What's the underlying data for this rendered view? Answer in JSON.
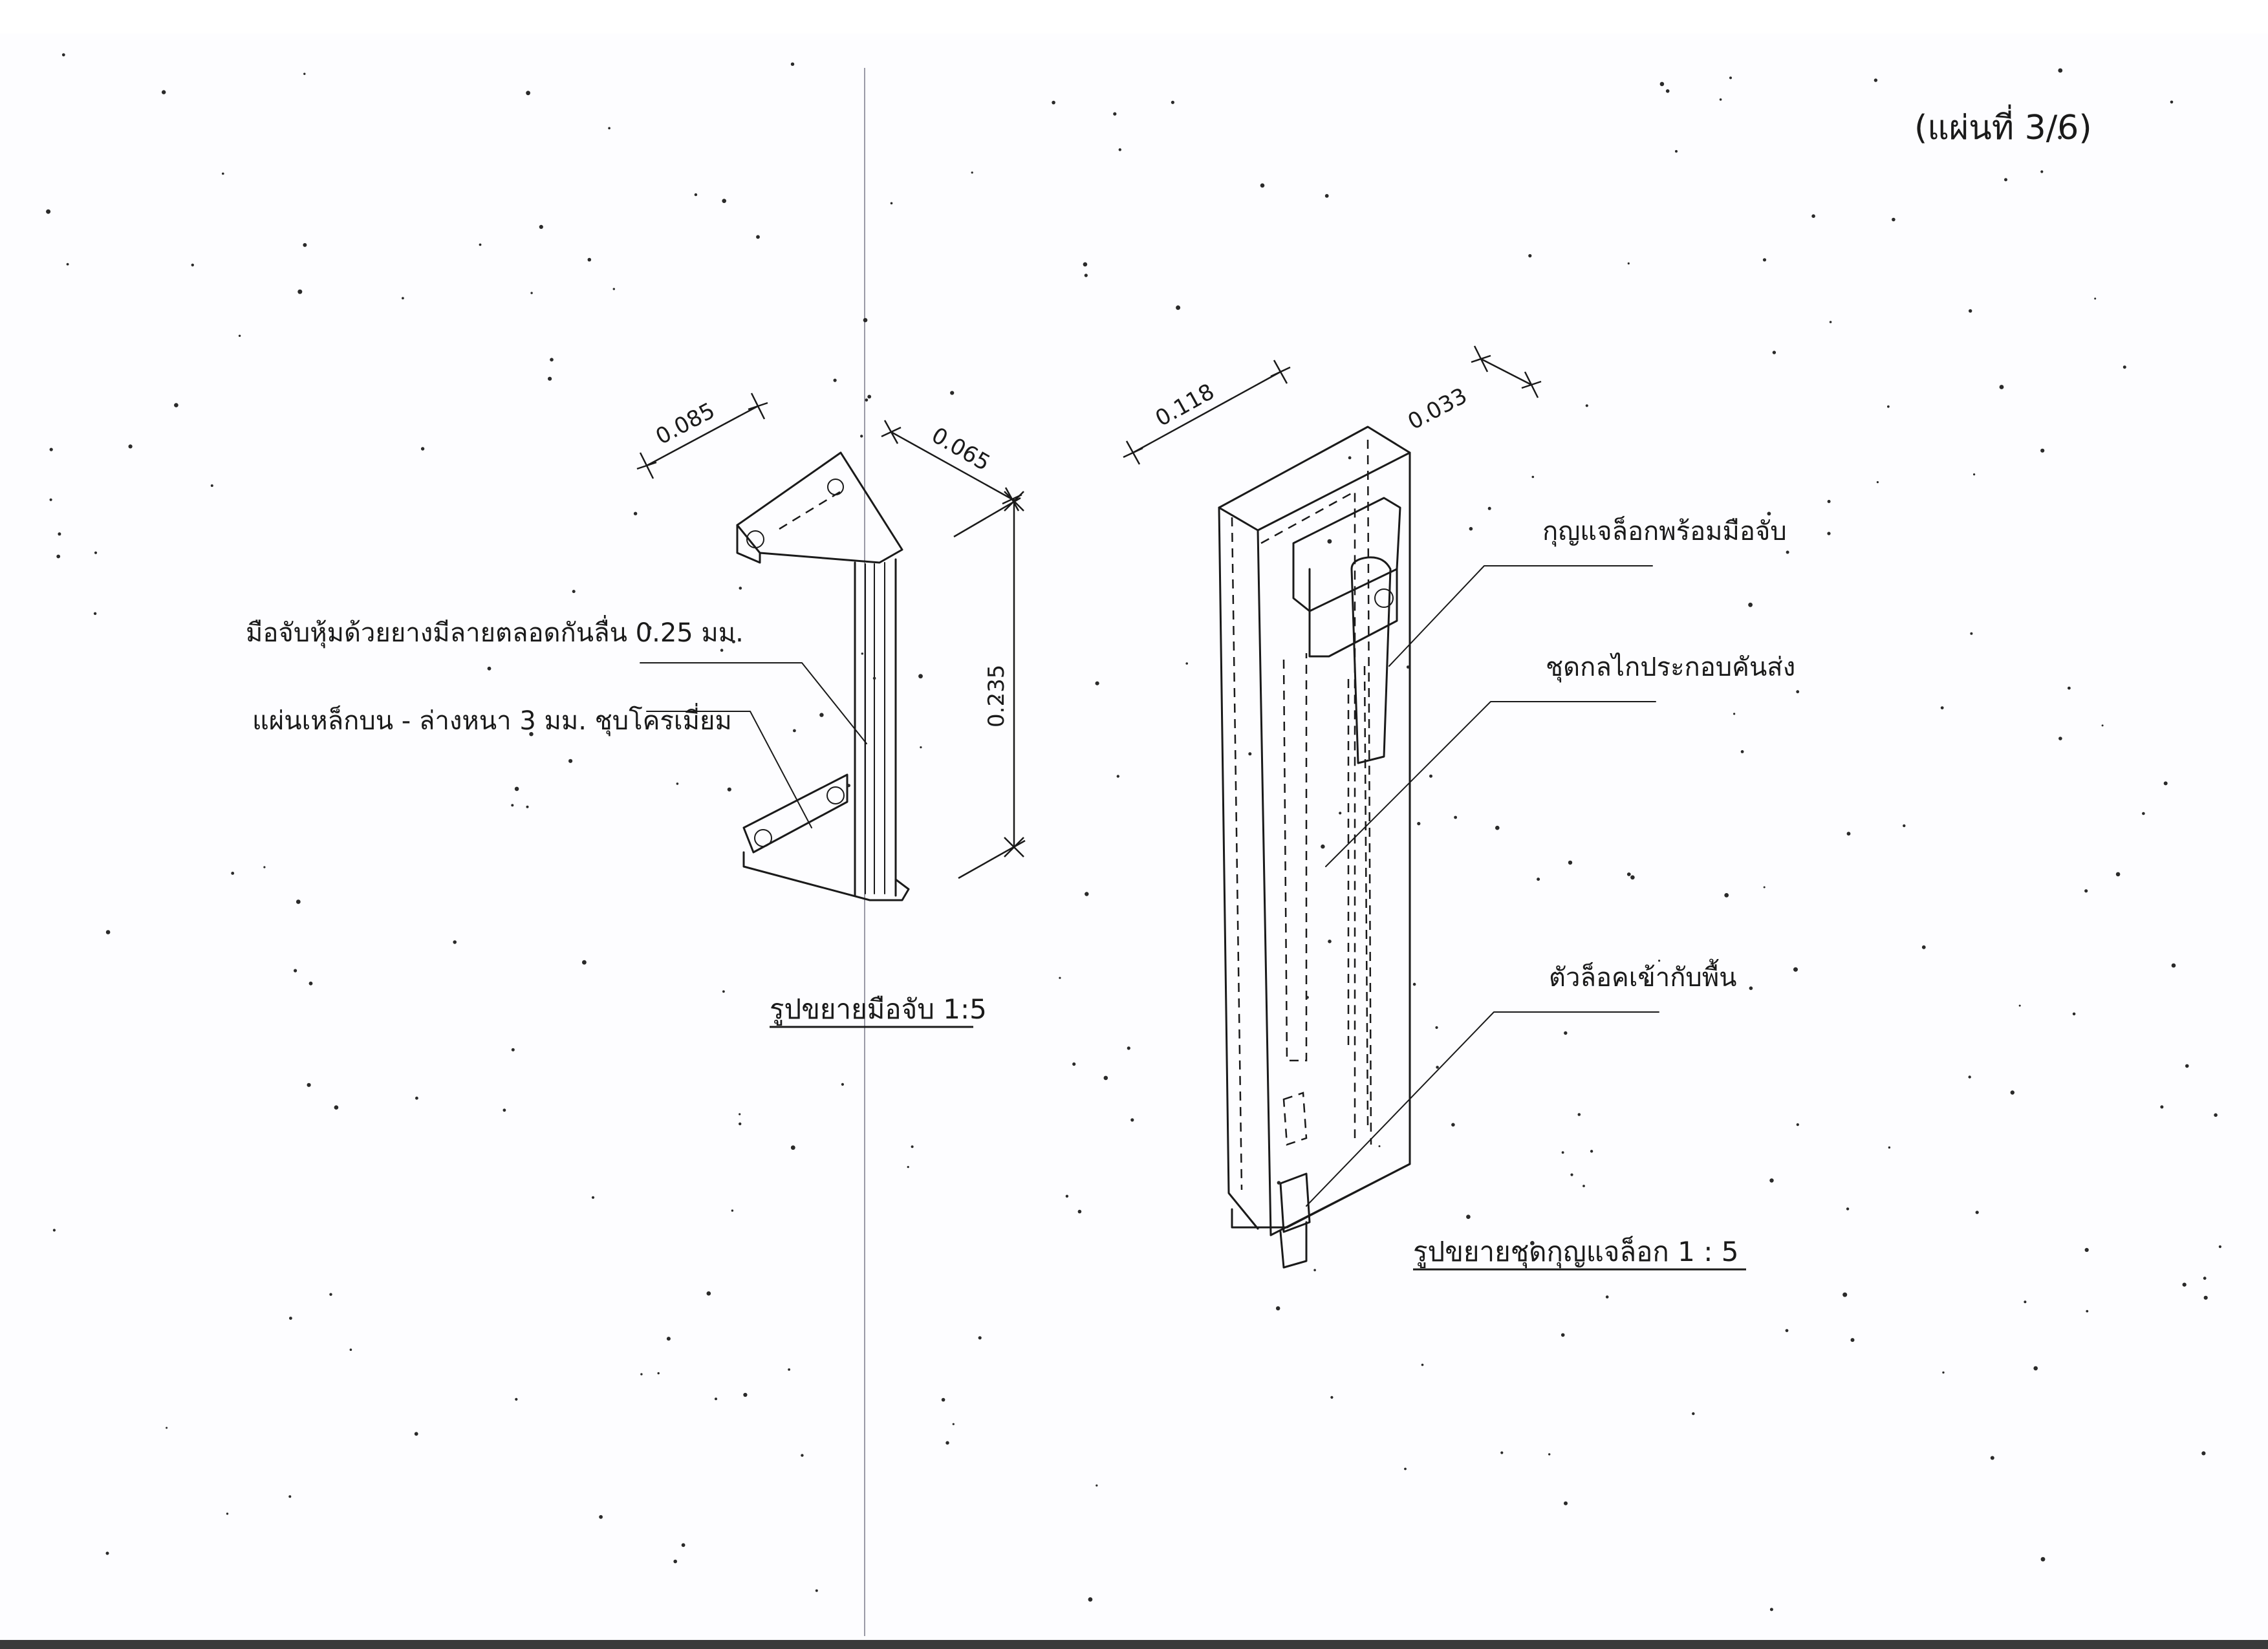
{
  "sheet_label": "(แผ่นที่ 3/6)",
  "left_drawing": {
    "title": "รูปขยายมือจับ 1:5",
    "label_grip": "มือจับหุ้มด้วยยางมีลายตลอดกันลื่น 0.25 มม.",
    "label_plate": "แผ่นเหล็กบน - ล่างหนา 3 มม. ชุบโครเมี่ยม",
    "dim_width": "0.085",
    "dim_depth": "0.065",
    "dim_height": "0.235"
  },
  "right_drawing": {
    "title": "รูปขยายชุดกุญแจล็อก 1 : 5",
    "label_lock": "กุญแจล็อกพร้อมมือจับ",
    "label_mechanism": "ชุดกลไกประกอบคันส่ง",
    "label_floor_lock": "ตัวล็อคเข้ากับพื้น",
    "dim_width": "0.118",
    "dim_depth": "0.033"
  },
  "colors": {
    "ink": "#1a1a1a",
    "paper": "#fdfdff"
  }
}
